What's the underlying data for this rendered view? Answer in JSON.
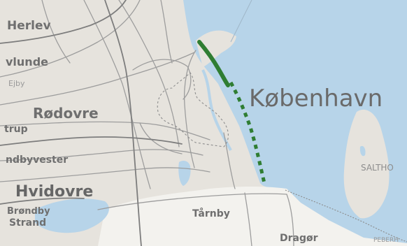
{
  "map": {
    "labels": {
      "herlev": "Herlev",
      "vlunde": "vlunde",
      "ejby": "Ejby",
      "rodovre": "Rødovre",
      "strup": "trup",
      "ndbyvester": "ndbyvester",
      "hvidovre": "Hvidovre",
      "brondby": "Brøndby",
      "strand": "Strand",
      "tarnby": "Tårnby",
      "dragor": "Dragør",
      "kobenhavn": "København",
      "saltho": "SALTHO",
      "peberh": "PEBERH"
    },
    "colors": {
      "land": "#e6e3dd",
      "sea": "#b7d4e9",
      "road": "#9d9d9d",
      "major_road": "#8a8a8a",
      "route_line": "#2f7d32"
    },
    "route": {
      "solid_segment": "built",
      "dotted_segment": "planned"
    }
  }
}
